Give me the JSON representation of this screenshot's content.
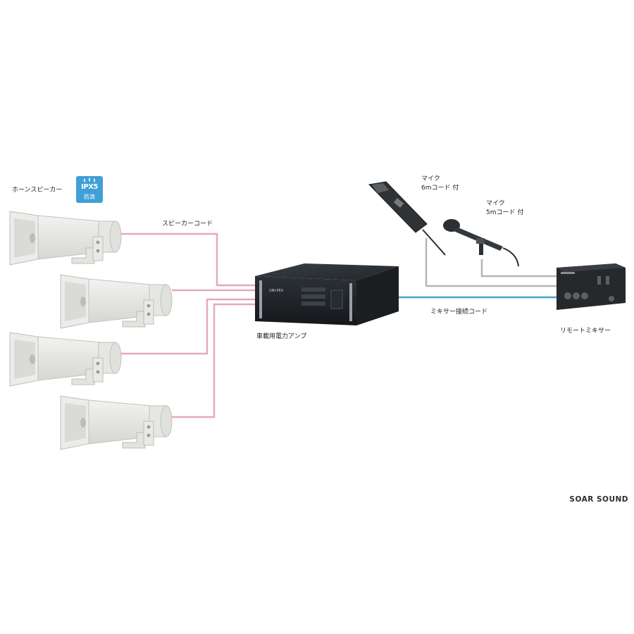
{
  "labels": {
    "horn_speaker": "ホーンスピーカー",
    "speaker_cord": "スピーカーコード",
    "amplifier": "車載用電力アンプ",
    "mixer_cord": "ミキサー接続コード",
    "remote_mixer": "リモートミキサー",
    "mic1_title": "マイク",
    "mic1_cord": "6mコード 付",
    "mic2_title": "マイク",
    "mic2_cord": "5mコード 付"
  },
  "badge": {
    "rating": "IPX5",
    "sub": "防滴",
    "color": "#3f9fd6"
  },
  "amp_brand": "UNI-PEX",
  "brand": "SOAR SOUND",
  "colors": {
    "speaker_wire": "#e3a9bf",
    "mixer_wire": "#4aa3c8",
    "mic_wire": "#b4b4b4"
  },
  "speakers": [
    {
      "name": "horn-speaker-1"
    },
    {
      "name": "horn-speaker-2"
    },
    {
      "name": "horn-speaker-3"
    },
    {
      "name": "horn-speaker-4"
    }
  ]
}
